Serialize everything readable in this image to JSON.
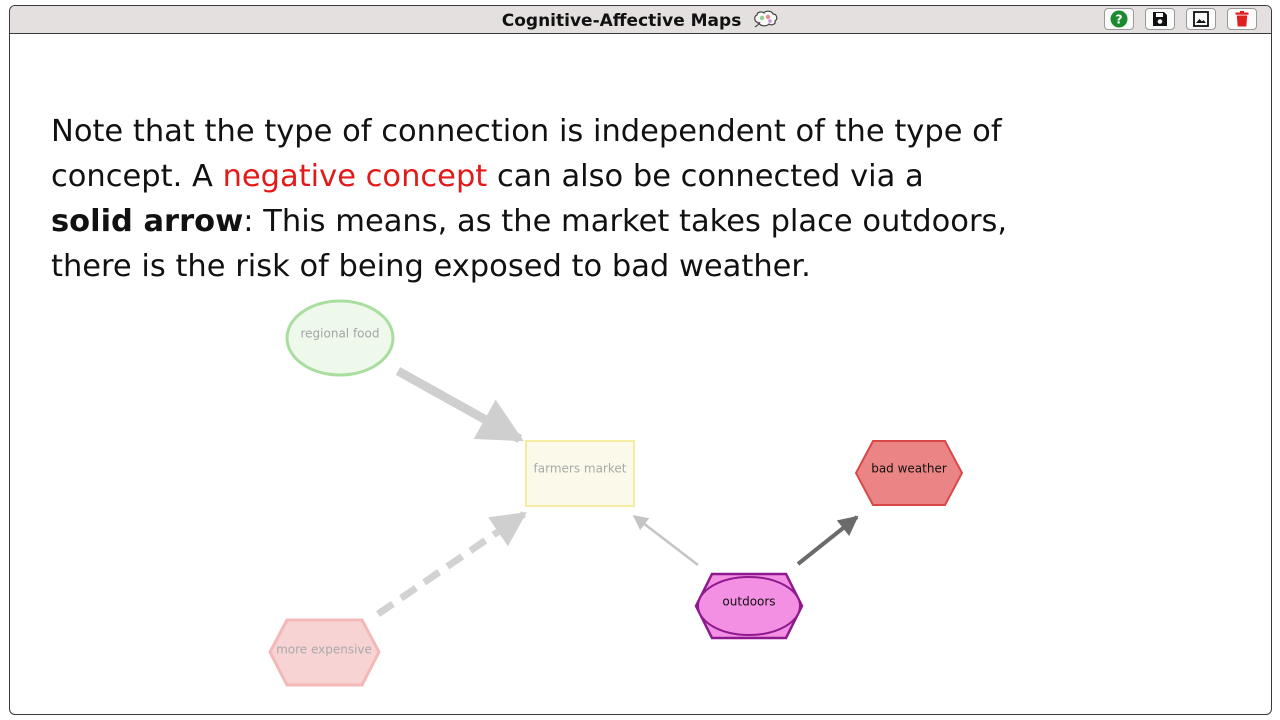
{
  "app": {
    "title": "Cognitive-Affective Maps"
  },
  "toolbar": {
    "help_icon": "question-circle-icon",
    "save_icon": "floppy-disk-icon",
    "image_icon": "image-icon",
    "delete_icon": "trash-icon"
  },
  "paragraph": {
    "part1": "Note that the type of connection is independent of the type of concept. A ",
    "highlight_red": "negative concept",
    "part2": " can also be connected via a ",
    "highlight_bold": "solid arrow",
    "part3": ": This means, as the market takes place outdoors, there is the risk of being exposed to bad weather."
  },
  "diagram": {
    "nodes": [
      {
        "id": "regional_food",
        "label": "regional food",
        "shape": "ellipse",
        "valence": "positive",
        "faded": true
      },
      {
        "id": "farmers_market",
        "label": "farmers market",
        "shape": "rectangle",
        "valence": "neutral",
        "faded": true
      },
      {
        "id": "more_expensive",
        "label": "more expensive",
        "shape": "hexagon",
        "valence": "negative",
        "faded": true
      },
      {
        "id": "outdoors",
        "label": "outdoors",
        "shape": "hexagon-ellipse",
        "valence": "ambivalent",
        "faded": false
      },
      {
        "id": "bad_weather",
        "label": "bad weather",
        "shape": "hexagon",
        "valence": "negative",
        "faded": false
      }
    ],
    "edges": [
      {
        "from": "regional_food",
        "to": "farmers_market",
        "style": "solid",
        "faded": true
      },
      {
        "from": "more_expensive",
        "to": "farmers_market",
        "style": "dashed",
        "faded": true
      },
      {
        "from": "outdoors",
        "to": "farmers_market",
        "style": "solid",
        "faded": true
      },
      {
        "from": "outdoors",
        "to": "bad_weather",
        "style": "solid",
        "faded": false
      }
    ],
    "colors": {
      "positive_stroke": "#a9dea0",
      "positive_fill": "#eef9ec",
      "neutral_stroke": "#f5eca0",
      "neutral_fill": "#fbf9ea",
      "negative_faded_stroke": "#f3b8b8",
      "negative_faded_fill": "#f8d3d3",
      "negative_stroke": "#d94848",
      "negative_fill": "#eb8585",
      "ambivalent_stroke": "#8e1a8e",
      "ambivalent_fill": "#f490e4",
      "faded_edge": "#cfcfcf",
      "edge": "#6b6b6b"
    }
  }
}
